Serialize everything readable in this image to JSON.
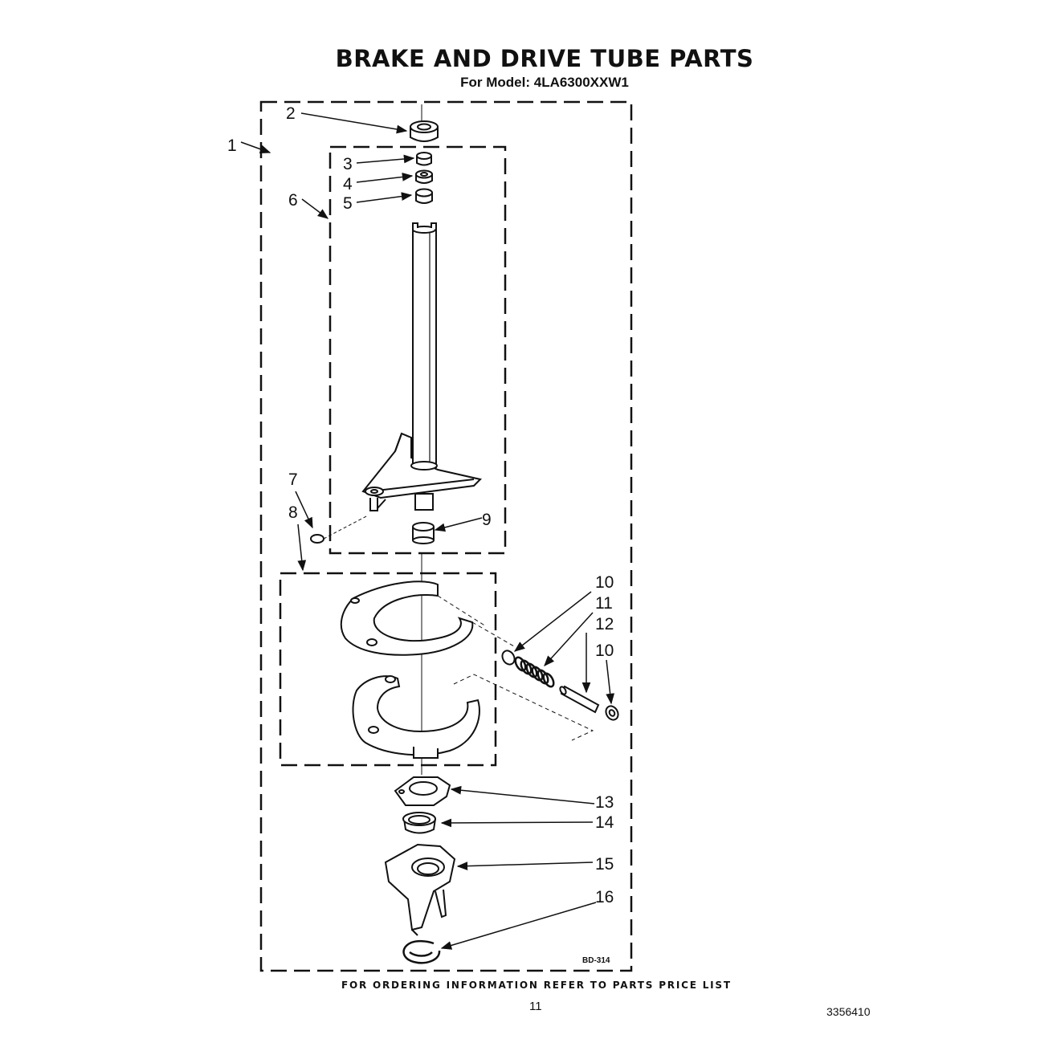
{
  "header": {
    "title": "BRAKE AND DRIVE TUBE PARTS",
    "subtitle": "For Model: 4LA6300XXW1"
  },
  "diagram": {
    "callouts": {
      "c1": "1",
      "c2": "2",
      "c3": "3",
      "c4": "4",
      "c5": "5",
      "c6": "6",
      "c7": "7",
      "c8": "8",
      "c9": "9",
      "c10a": "10",
      "c11": "11",
      "c12": "12",
      "c10b": "10",
      "c13": "13",
      "c14": "14",
      "c15": "15",
      "c16": "16"
    },
    "drawing_code": "BD-314",
    "line_color": "#111111"
  },
  "footer": {
    "ordering_note": "FOR ORDERING INFORMATION REFER TO PARTS PRICE LIST",
    "page_number": "11",
    "document_number": "3356410"
  }
}
